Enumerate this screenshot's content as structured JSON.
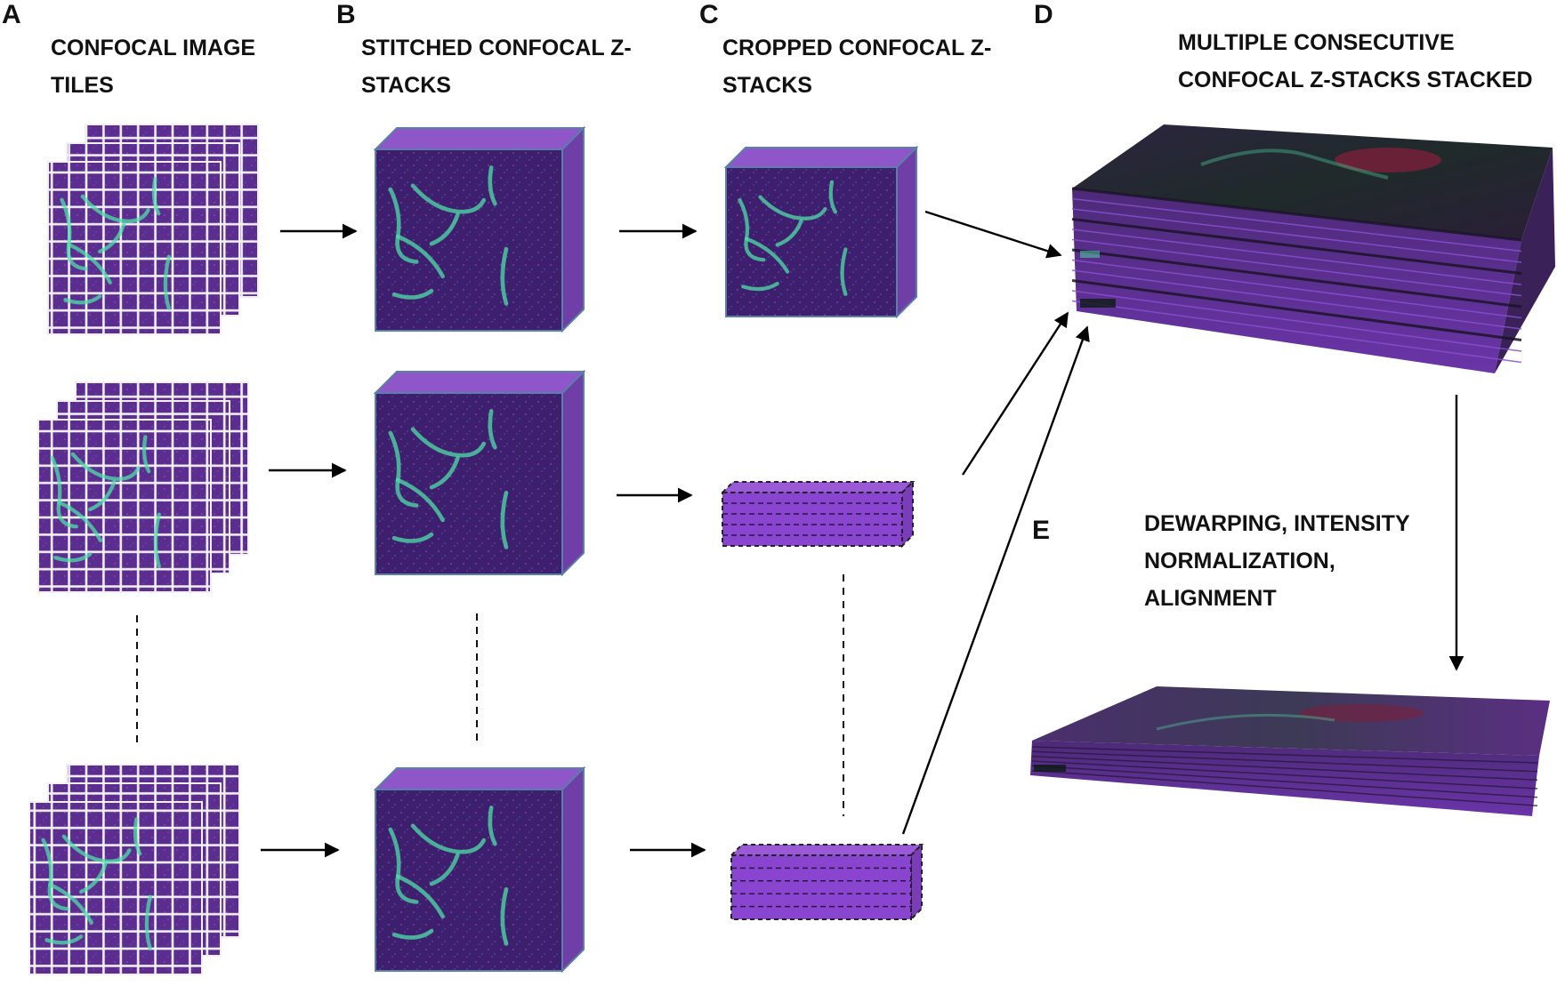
{
  "colors": {
    "tile_purple": "#5a2d8e",
    "tile_dark": "#3e1f6e",
    "tile_grid": "#f2f0f6",
    "signal_green": "#4fe0a8",
    "cube_top": "#8e56c8",
    "cube_side": "#6f3ea6",
    "cube_edge": "#5a7fa8",
    "slab_purple": "#8a45d0",
    "stack_dark": "#241a33",
    "stack_layer": "#7a3fbf",
    "red_spot": "#7a1f3a",
    "arrow": "#000000"
  },
  "panels": {
    "a": {
      "letter": "A",
      "caption_lines": [
        "CONFOCAL IMAGE",
        "TILES"
      ]
    },
    "b": {
      "letter": "B",
      "caption_lines": [
        "STITCHED CONFOCAL Z-",
        "STACKS"
      ]
    },
    "c": {
      "letter": "C",
      "caption_lines": [
        "CROPPED CONFOCAL Z-",
        "STACKS"
      ]
    },
    "d": {
      "letter": "D",
      "caption_lines": [
        "MULTIPLE CONSECUTIVE",
        "CONFOCAL Z-STACKS STACKED"
      ]
    },
    "e": {
      "letter": "E",
      "caption_lines": [
        "DEWARPING, INTENSITY",
        "NORMALIZATION,",
        "ALIGNMENT"
      ]
    }
  }
}
